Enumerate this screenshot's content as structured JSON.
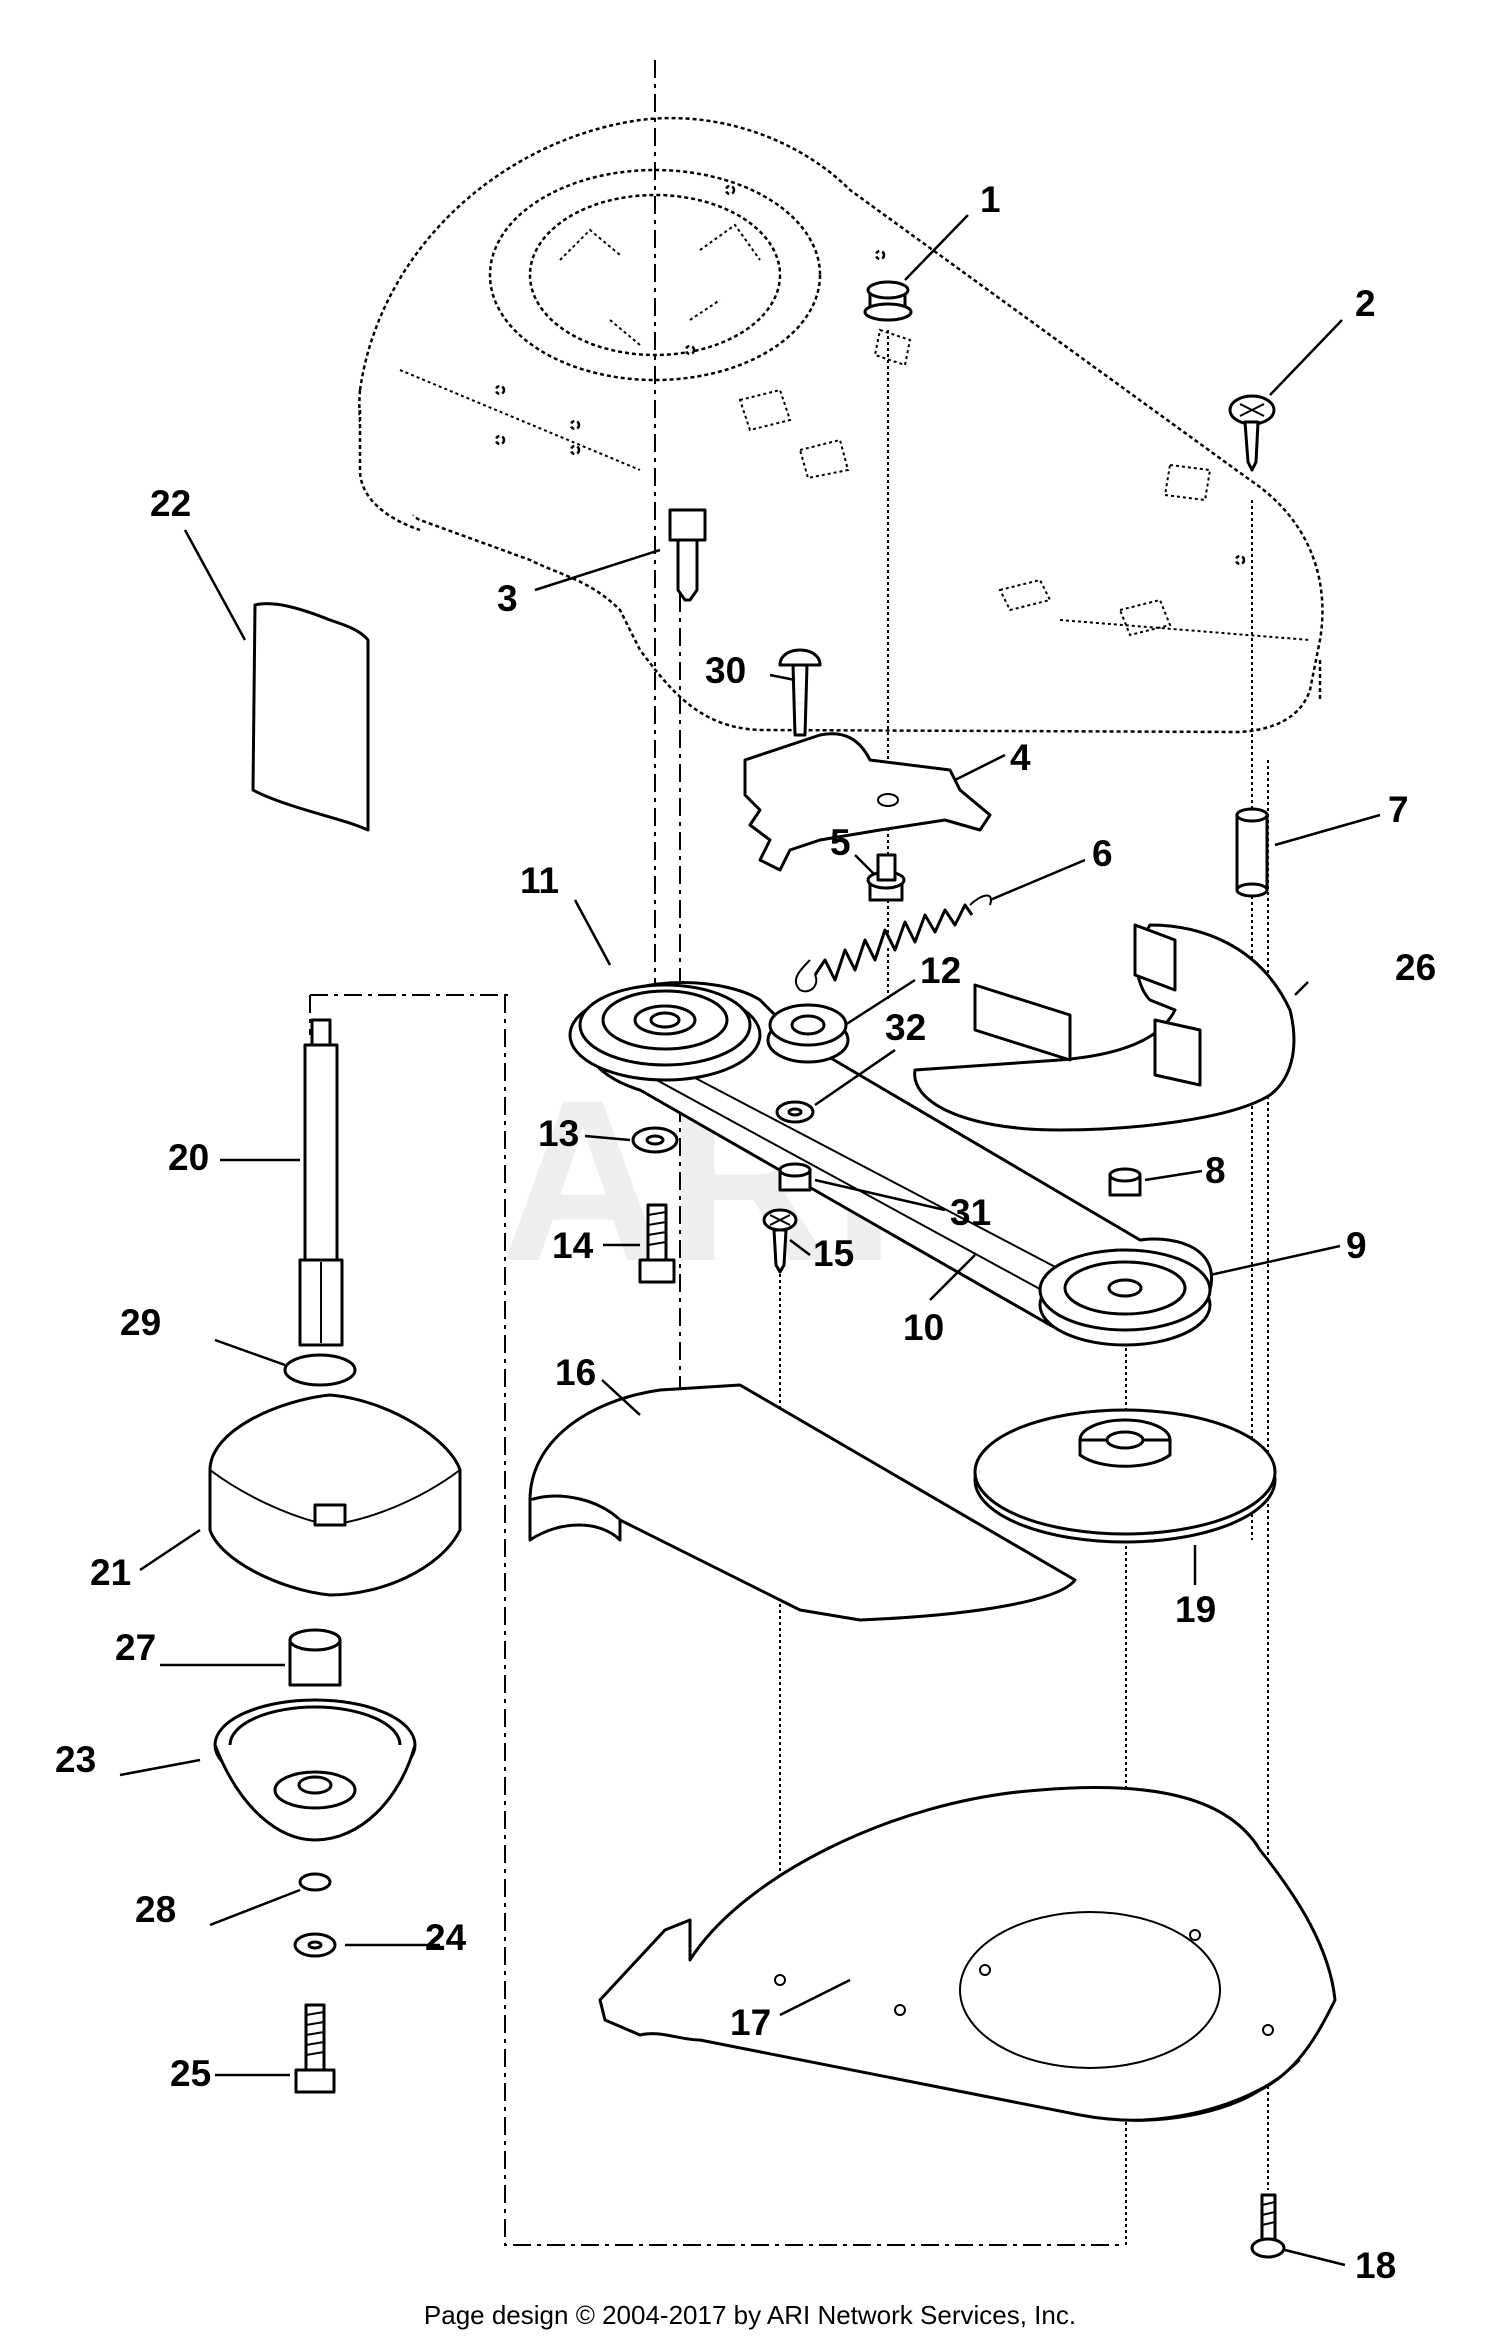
{
  "watermark": "ARI",
  "callouts": [
    {
      "id": "c1",
      "text": "1"
    },
    {
      "id": "c2",
      "text": "2"
    },
    {
      "id": "c3",
      "text": "3"
    },
    {
      "id": "c4",
      "text": "4"
    },
    {
      "id": "c5",
      "text": "5"
    },
    {
      "id": "c6",
      "text": "6"
    },
    {
      "id": "c7",
      "text": "7"
    },
    {
      "id": "c8",
      "text": "8"
    },
    {
      "id": "c9",
      "text": "9"
    },
    {
      "id": "c10",
      "text": "10"
    },
    {
      "id": "c11",
      "text": "11"
    },
    {
      "id": "c12",
      "text": "12"
    },
    {
      "id": "c13",
      "text": "13"
    },
    {
      "id": "c14",
      "text": "14"
    },
    {
      "id": "c15",
      "text": "15"
    },
    {
      "id": "c16",
      "text": "16"
    },
    {
      "id": "c17",
      "text": "17"
    },
    {
      "id": "c18",
      "text": "18"
    },
    {
      "id": "c19",
      "text": "19"
    },
    {
      "id": "c20",
      "text": "20"
    },
    {
      "id": "c21",
      "text": "21"
    },
    {
      "id": "c22",
      "text": "22"
    },
    {
      "id": "c23",
      "text": "23"
    },
    {
      "id": "c24",
      "text": "24"
    },
    {
      "id": "c25",
      "text": "25"
    },
    {
      "id": "c26",
      "text": "26"
    },
    {
      "id": "c27",
      "text": "27"
    },
    {
      "id": "c28",
      "text": "28"
    },
    {
      "id": "c29",
      "text": "29"
    },
    {
      "id": "c30",
      "text": "30"
    },
    {
      "id": "c31",
      "text": "31"
    },
    {
      "id": "c32",
      "text": "32"
    }
  ],
  "footer": "Page design © 2004-2017 by ARI Network Services, Inc."
}
